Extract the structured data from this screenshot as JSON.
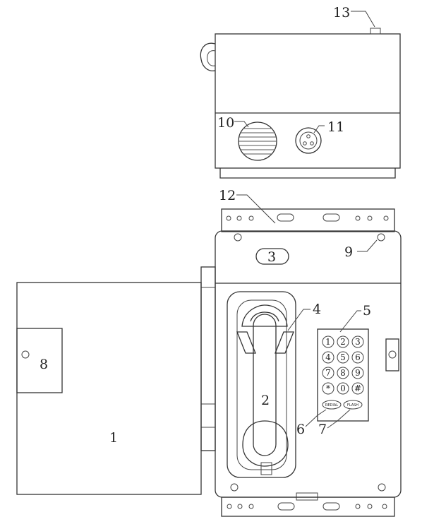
{
  "callouts": {
    "c1": "1",
    "c2": "2",
    "c3": "3",
    "c4": "4",
    "c5": "5",
    "c6": "6",
    "c7": "7",
    "c8": "8",
    "c9": "9",
    "c10": "10",
    "c11": "11",
    "c12": "12",
    "c13": "13"
  },
  "keypad": {
    "keys": [
      "1",
      "2",
      "3",
      "4",
      "5",
      "6",
      "7",
      "8",
      "9",
      "*",
      "0",
      "#"
    ],
    "redial": "REDIAL",
    "flash": "FLASH"
  }
}
